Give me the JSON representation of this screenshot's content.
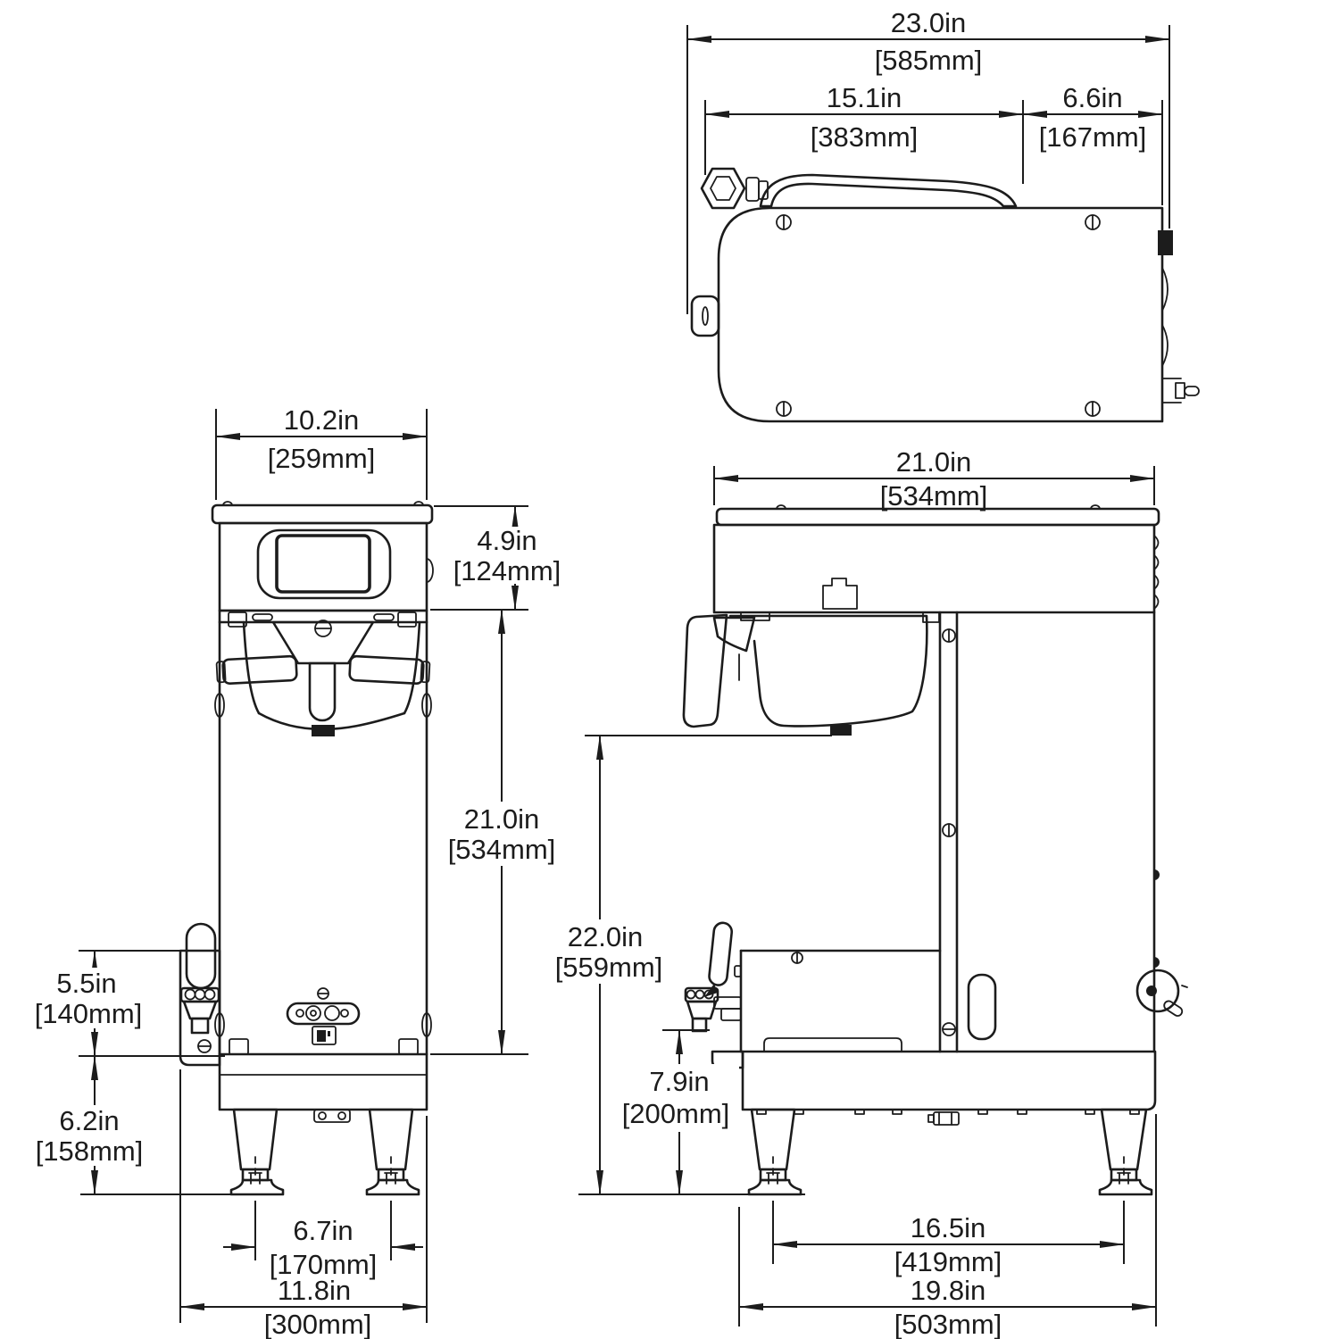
{
  "drawing": {
    "title": "brewer-dimension-drawing",
    "background_color": "#ffffff",
    "line_color": "#1c1c1c",
    "units": [
      "in",
      "mm"
    ],
    "views": {
      "top": {
        "dims": {
          "overall_depth": {
            "in": "23.0in",
            "mm": "[585mm]"
          },
          "body_depth": {
            "in": "15.1in",
            "mm": "[383mm]"
          },
          "rear_clearance": {
            "in": "6.6in",
            "mm": "[167mm]"
          }
        }
      },
      "front": {
        "dims": {
          "top_width": {
            "in": "10.2in",
            "mm": "[259mm]"
          },
          "head_height": {
            "in": "4.9in",
            "mm": "[124mm]"
          },
          "body_height": {
            "in": "21.0in",
            "mm": "[534mm]"
          },
          "faucet_height": {
            "in": "5.5in",
            "mm": "[140mm]"
          },
          "base_height": {
            "in": "6.2in",
            "mm": "[158mm]"
          },
          "feet_spacing": {
            "in": "6.7in",
            "mm": "[170mm]"
          },
          "overall_width": {
            "in": "11.8in",
            "mm": "[300mm]"
          }
        }
      },
      "side": {
        "dims": {
          "top_width": {
            "in": "21.0in",
            "mm": "[534mm]"
          },
          "dispense_height": {
            "in": "22.0in",
            "mm": "[559mm]"
          },
          "faucet_clearance": {
            "in": "7.9in",
            "mm": "[200mm]"
          },
          "feet_spacing": {
            "in": "16.5in",
            "mm": "[419mm]"
          },
          "overall_depth": {
            "in": "19.8in",
            "mm": "[503mm]"
          }
        }
      }
    }
  }
}
